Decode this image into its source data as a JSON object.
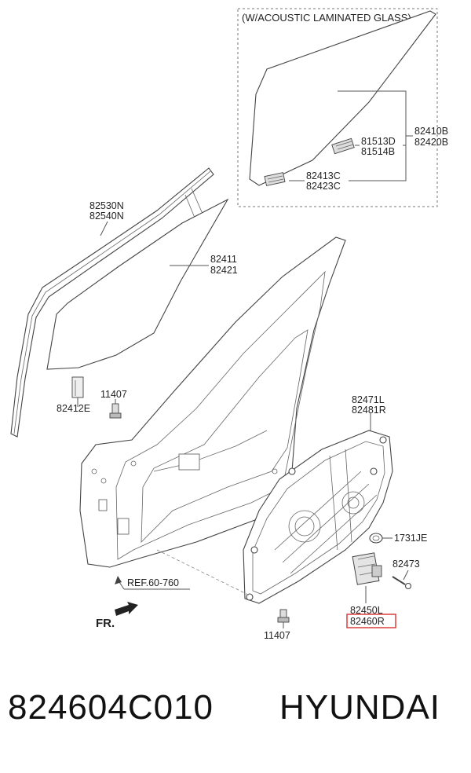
{
  "inset": {
    "title": "(W/ACOUSTIC LAMINATED GLASS)",
    "glass_part_a": "82410B",
    "glass_part_b": "82420B",
    "clip_upper_a": "81513D",
    "clip_upper_b": "81514B",
    "clip_lower_a": "82413C",
    "clip_lower_b": "82423C"
  },
  "labels": {
    "weatherstrip_a": "82530N",
    "weatherstrip_b": "82540N",
    "glass_a": "82411",
    "glass_b": "82421",
    "bolt_top": "11407",
    "bracket": "82412E",
    "module_a": "82471L",
    "module_b": "82481R",
    "plug": "1731JE",
    "screw": "82473",
    "motor_a": "82450L",
    "motor_b_highlighted": "82460R",
    "bolt_bottom": "11407",
    "reference": "REF.60-760",
    "front_arrow": "FR."
  },
  "highlight_color": "#d93030",
  "footer": {
    "part_number": "824604C010",
    "brand": "HYUNDAI"
  }
}
